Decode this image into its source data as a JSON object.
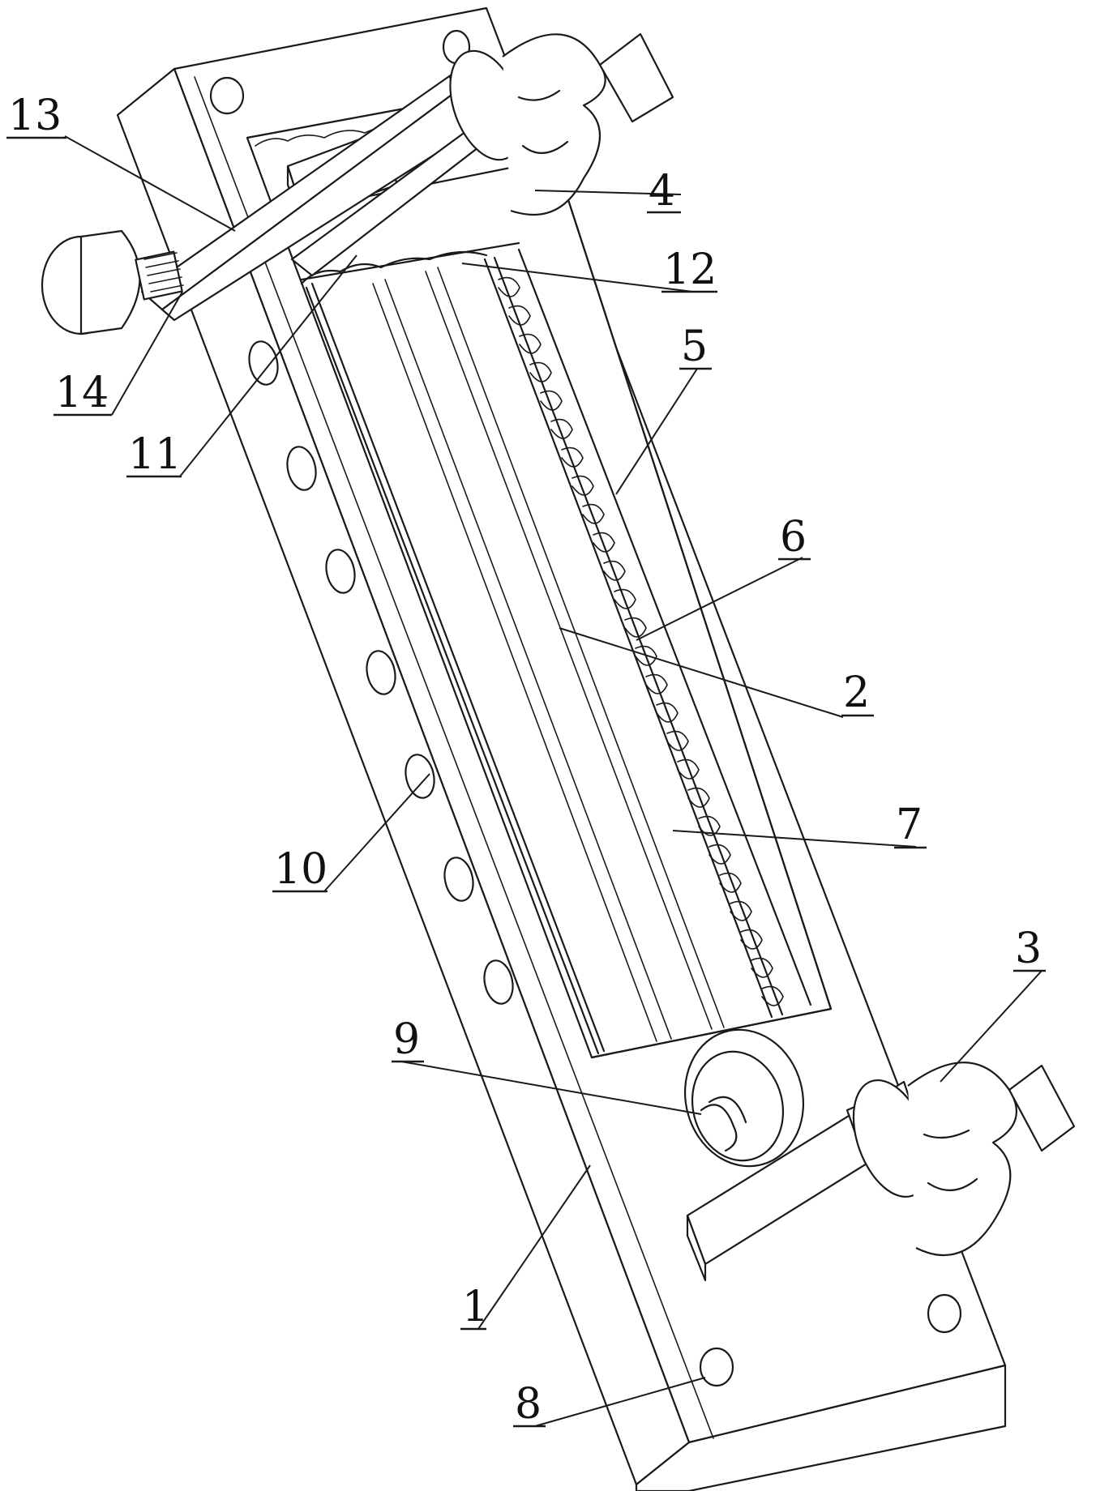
{
  "figure": {
    "callouts": [
      {
        "id": "13",
        "text": "13"
      },
      {
        "id": "4",
        "text": "4"
      },
      {
        "id": "12",
        "text": "12"
      },
      {
        "id": "5",
        "text": "5"
      },
      {
        "id": "14",
        "text": "14"
      },
      {
        "id": "11",
        "text": "11"
      },
      {
        "id": "6",
        "text": "6"
      },
      {
        "id": "2",
        "text": "2"
      },
      {
        "id": "7",
        "text": "7"
      },
      {
        "id": "10",
        "text": "10"
      },
      {
        "id": "3",
        "text": "3"
      },
      {
        "id": "9",
        "text": "9"
      },
      {
        "id": "1",
        "text": "1"
      },
      {
        "id": "8",
        "text": "8"
      }
    ]
  }
}
